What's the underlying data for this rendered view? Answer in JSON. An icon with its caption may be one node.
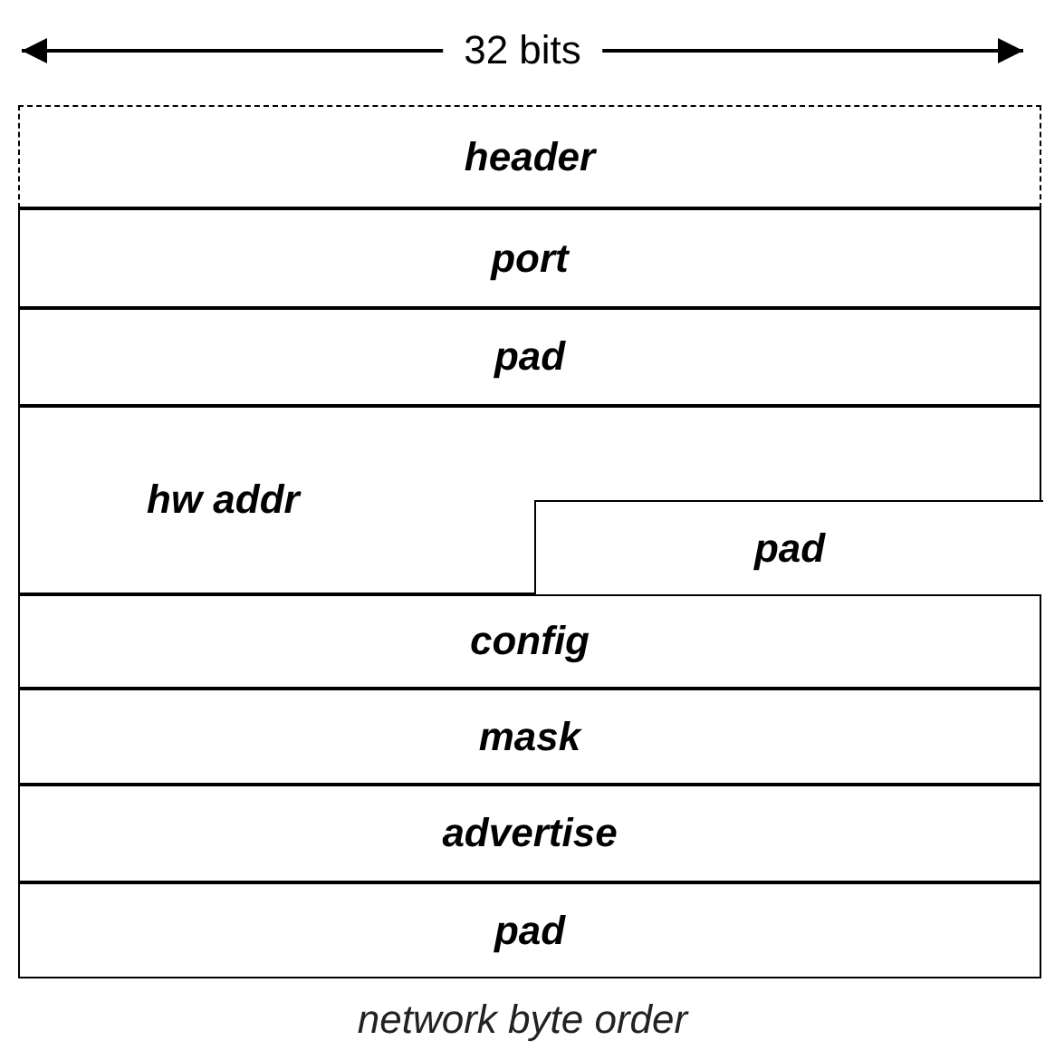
{
  "diagram": {
    "caption": "network byte order",
    "nodes": [
      {
        "text": [
          "header"
        ]
      },
      {
        "text": [
          "port"
        ]
      },
      {
        "text": [
          "pad"
        ]
      },
      {
        "text": [
          "hw addr"
        ]
      },
      {
        "text": [
          "pad"
        ],
        "in": 3
      },
      {
        "text": [
          "config"
        ]
      },
      {
        "text": [
          "mask"
        ]
      },
      {
        "text": [
          "advertise"
        ]
      },
      {
        "text": [
          "pad"
        ]
      }
    ],
    "labels": [
      "32 bits"
    ]
  }
}
